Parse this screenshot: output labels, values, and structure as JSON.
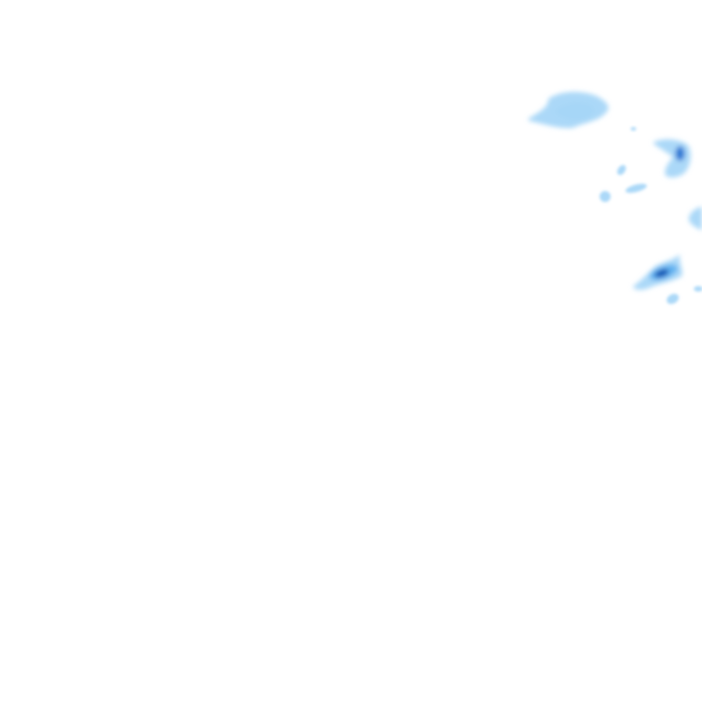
{
  "map": {
    "layer": "precipitation-radar",
    "basemap_visible": false,
    "colors": {
      "background": "#ffffff",
      "light": "#a6d6f8",
      "medium": "#5aaef0",
      "heavy": "#1f6fd0",
      "intense": "#0b4fb0"
    },
    "intensity_levels": [
      "light",
      "medium",
      "heavy",
      "intense"
    ]
  }
}
